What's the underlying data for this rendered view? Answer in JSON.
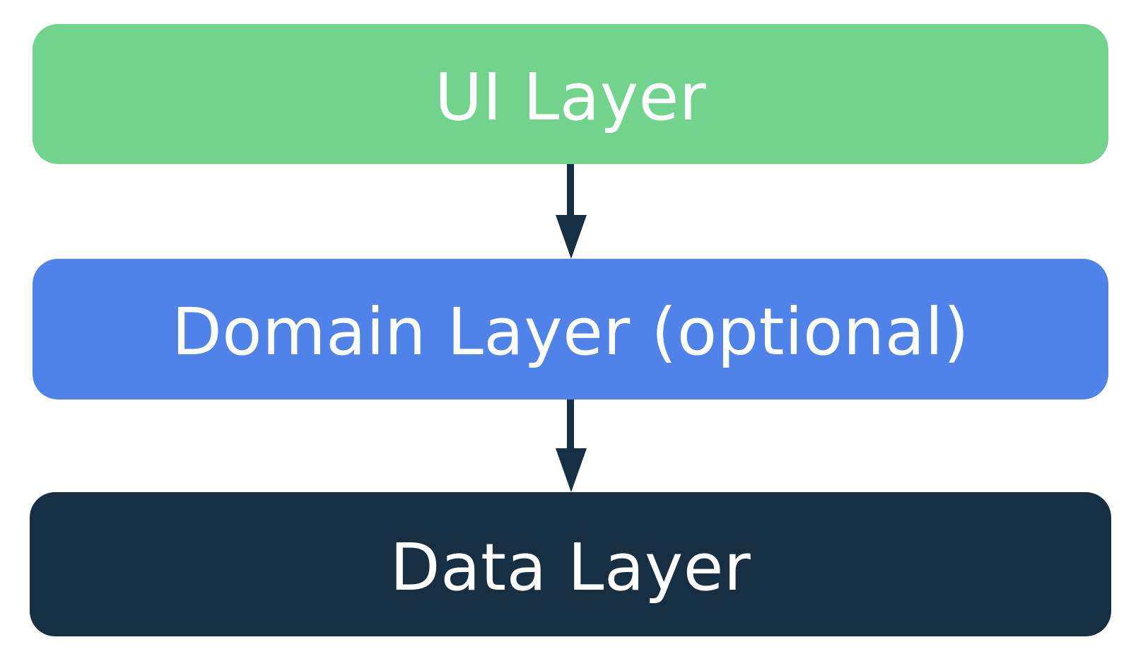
{
  "layers": [
    {
      "label": "UI Layer",
      "color": "#72d48c"
    },
    {
      "label": "Domain Layer (optional)",
      "color": "#4f83e9"
    },
    {
      "label": "Data Layer",
      "color": "#172f42"
    }
  ],
  "arrow_color": "#172f42"
}
